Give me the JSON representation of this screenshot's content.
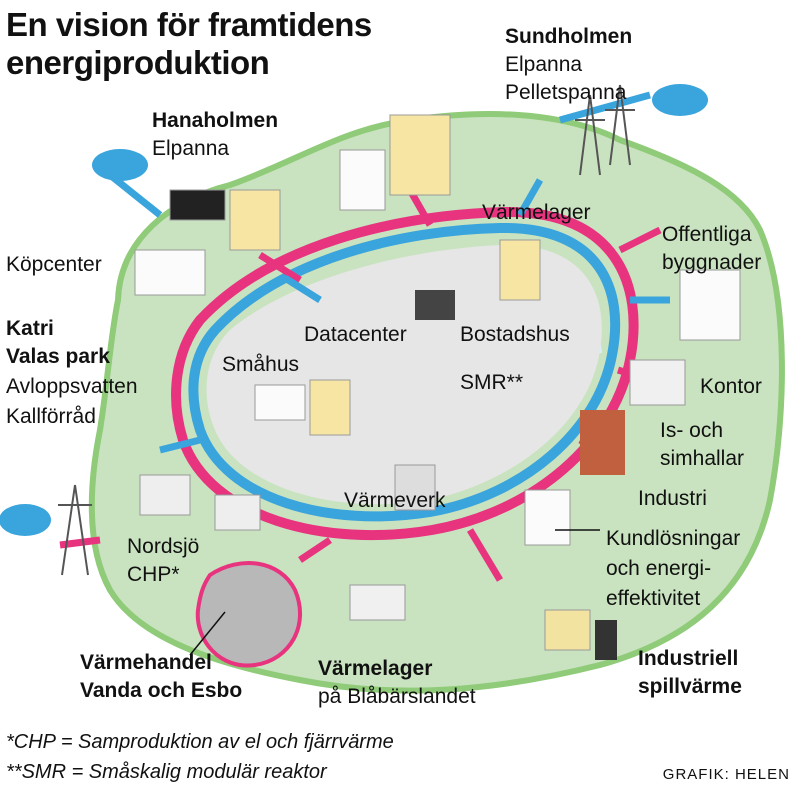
{
  "title_line1": "En vision för framtidens",
  "title_line2": "energiproduktion",
  "labels": {
    "sundholmen": "Sundholmen",
    "sundholmen_l1": "Elpanna",
    "sundholmen_l2": "Pelletspanna",
    "hanaholmen": "Hanaholmen",
    "hanaholmen_l1": "Elpanna",
    "kopcenter": "Köpcenter",
    "katri1": "Katri",
    "katri2": "Valas park",
    "katri_l1": "Avloppsvatten",
    "katri_l2": "Kallförråd",
    "varmelager_top": "Värmelager",
    "offentliga1": "Offentliga",
    "offentliga2": "byggnader",
    "datacenter": "Datacenter",
    "bostadshus": "Bostadshus",
    "smahus": "Småhus",
    "smr": "SMR**",
    "kontor": "Kontor",
    "ishall1": "Is- och",
    "ishall2": "simhallar",
    "industri": "Industri",
    "varmeverk": "Värmeverk",
    "kund1": "Kundlösningar",
    "kund2": "och energi-",
    "kund3": "effektivitet",
    "nordsjo1": "Nordsjö",
    "nordsjo2": "CHP*",
    "varmehandel1": "Värmehandel",
    "varmehandel2": "Vanda och Esbo",
    "varmelager_bottom": "Värmelager",
    "varmelager_bottom2": "på Blåbärslandet",
    "spill1": "Industriell",
    "spill2": "spillvärme"
  },
  "footnotes": {
    "chp": "*CHP = Samproduktion av el och fjärrvärme",
    "smr": "**SMR = Småskalig modulär reaktor"
  },
  "credit": "GRAFIK: HELEN",
  "colors": {
    "land": "#c9e3c0",
    "land_edge": "#9fd08e",
    "pink": "#e8337f",
    "blue": "#3aa4dc",
    "water": "#d8eef8",
    "gray": "#bdbdbd",
    "yellow": "#f5c518"
  }
}
